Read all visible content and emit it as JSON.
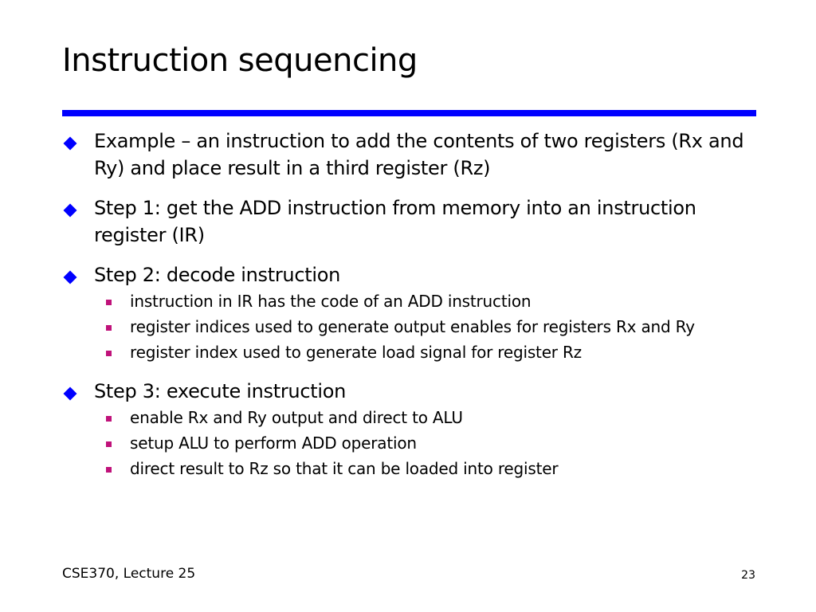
{
  "slide": {
    "title": "Instruction sequencing",
    "bullets": [
      {
        "text": "Example – an instruction to add the contents of two registers (Rx and Ry) and place result in a third register (Rz)",
        "subitems": []
      },
      {
        "text": "Step 1: get the ADD instruction from memory into an instruction register (IR)",
        "subitems": []
      },
      {
        "text": "Step 2: decode instruction",
        "subitems": [
          "instruction in IR has the code of an ADD instruction",
          "register indices used to generate output enables for registers Rx and Ry",
          "register index used to generate load signal for register Rz"
        ]
      },
      {
        "text": "Step 3: execute instruction",
        "subitems": [
          "enable Rx and Ry output and direct to ALU",
          "setup ALU to perform ADD operation",
          "direct result to Rz so that it can be loaded into register"
        ]
      }
    ],
    "footer_course": "CSE370, Lecture 25",
    "page_number": "23"
  },
  "colors": {
    "rule": "#0000ff",
    "bullet_diamond": "#0000ff",
    "bullet_square": "#c0127a",
    "text": "#000000",
    "background": "#ffffff"
  },
  "icons": {
    "level1_bullet": "diamond-icon",
    "level2_bullet": "square-icon"
  }
}
